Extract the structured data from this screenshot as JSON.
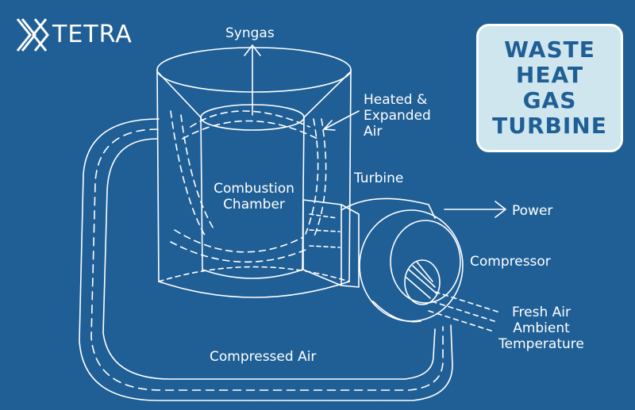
{
  "brand": {
    "logo_text": "TETRA"
  },
  "title": {
    "lines": [
      "WASTE",
      "HEAT",
      "GAS",
      "TURBINE"
    ]
  },
  "labels": {
    "syngas": "Syngas",
    "heated_expanded_air": [
      "Heated &",
      "Expanded",
      "Air"
    ],
    "combustion_chamber": [
      "Combustion",
      "Chamber"
    ],
    "turbine": "Turbine",
    "power": "Power",
    "compressor": "Compressor",
    "fresh_air": [
      "Fresh Air",
      "Ambient",
      "Temperature"
    ],
    "compressed_air": "Compressed Air"
  },
  "colors": {
    "background": "#1f5f96",
    "sketch": "#ffffff",
    "title_box": "#cfe6ef",
    "title_text": "#1f5f96"
  }
}
